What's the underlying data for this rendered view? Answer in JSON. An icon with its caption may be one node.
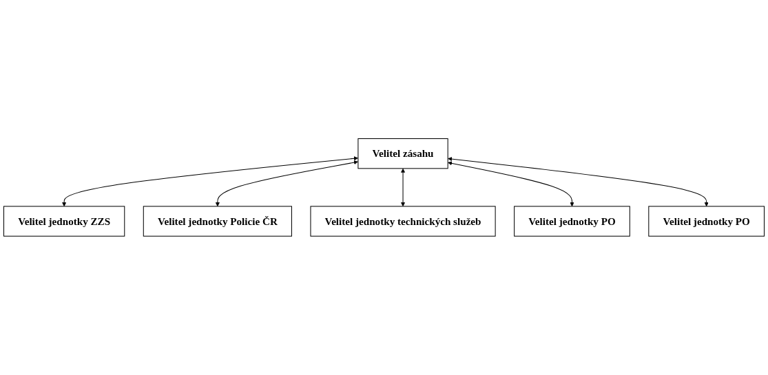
{
  "diagram": {
    "nodes": [
      {
        "text": [
          "Velitel zásahu"
        ]
      },
      {
        "text": [
          "Velitel jednotky ZZS"
        ]
      },
      {
        "text": [
          "Velitel jednotky PO"
        ]
      },
      {
        "text": [
          "Velitel jednotky Policie ČR"
        ]
      },
      {
        "text": [
          "Velitel jednotky PO"
        ]
      },
      {
        "text": [
          "Velitel jednotky technických služeb"
        ]
      }
    ],
    "edges": [
      {
        "from": 0,
        "to": 1,
        "arrow": "both"
      },
      {
        "from": 0,
        "to": 3,
        "arrow": "both"
      },
      {
        "from": 0,
        "to": 5,
        "arrow": "both"
      },
      {
        "from": 0,
        "to": 4,
        "arrow": "both"
      },
      {
        "from": 0,
        "to": 2,
        "arrow": "both"
      }
    ]
  }
}
